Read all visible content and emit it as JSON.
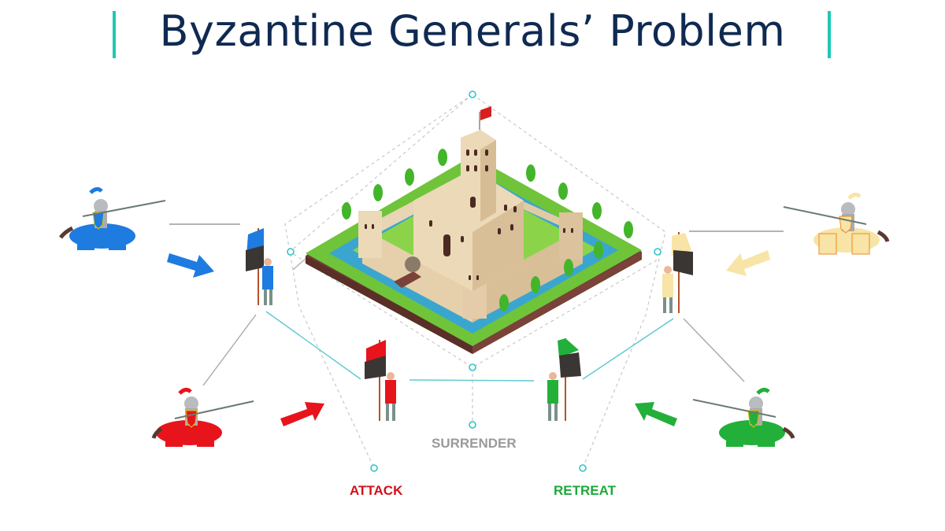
{
  "title": "Byzantine Generals’ Problem",
  "colors": {
    "accent_bar": "#1ec8b4",
    "title": "#0f2a52",
    "attack": "#d0121b",
    "retreat": "#1ea83a",
    "surrender": "#9a9a9a",
    "connector": "#5cc9d0",
    "blue_army": "#1e7be0",
    "yellow_army": "#f7e4a6",
    "red_army": "#e8141c",
    "green_army": "#22b03a"
  },
  "center": {
    "name": "castle"
  },
  "armies": [
    {
      "id": "blue",
      "position": "top-left",
      "arrow": "arrow-right-down"
    },
    {
      "id": "yellow",
      "position": "top-right",
      "arrow": "arrow-left-down"
    },
    {
      "id": "red",
      "position": "bottom-left",
      "arrow": "arrow-right-up"
    },
    {
      "id": "green",
      "position": "bottom-right",
      "arrow": "arrow-left-up"
    }
  ],
  "options": {
    "attack": "ATTACK",
    "surrender": "SURRENDER",
    "retreat": "RETREAT"
  }
}
